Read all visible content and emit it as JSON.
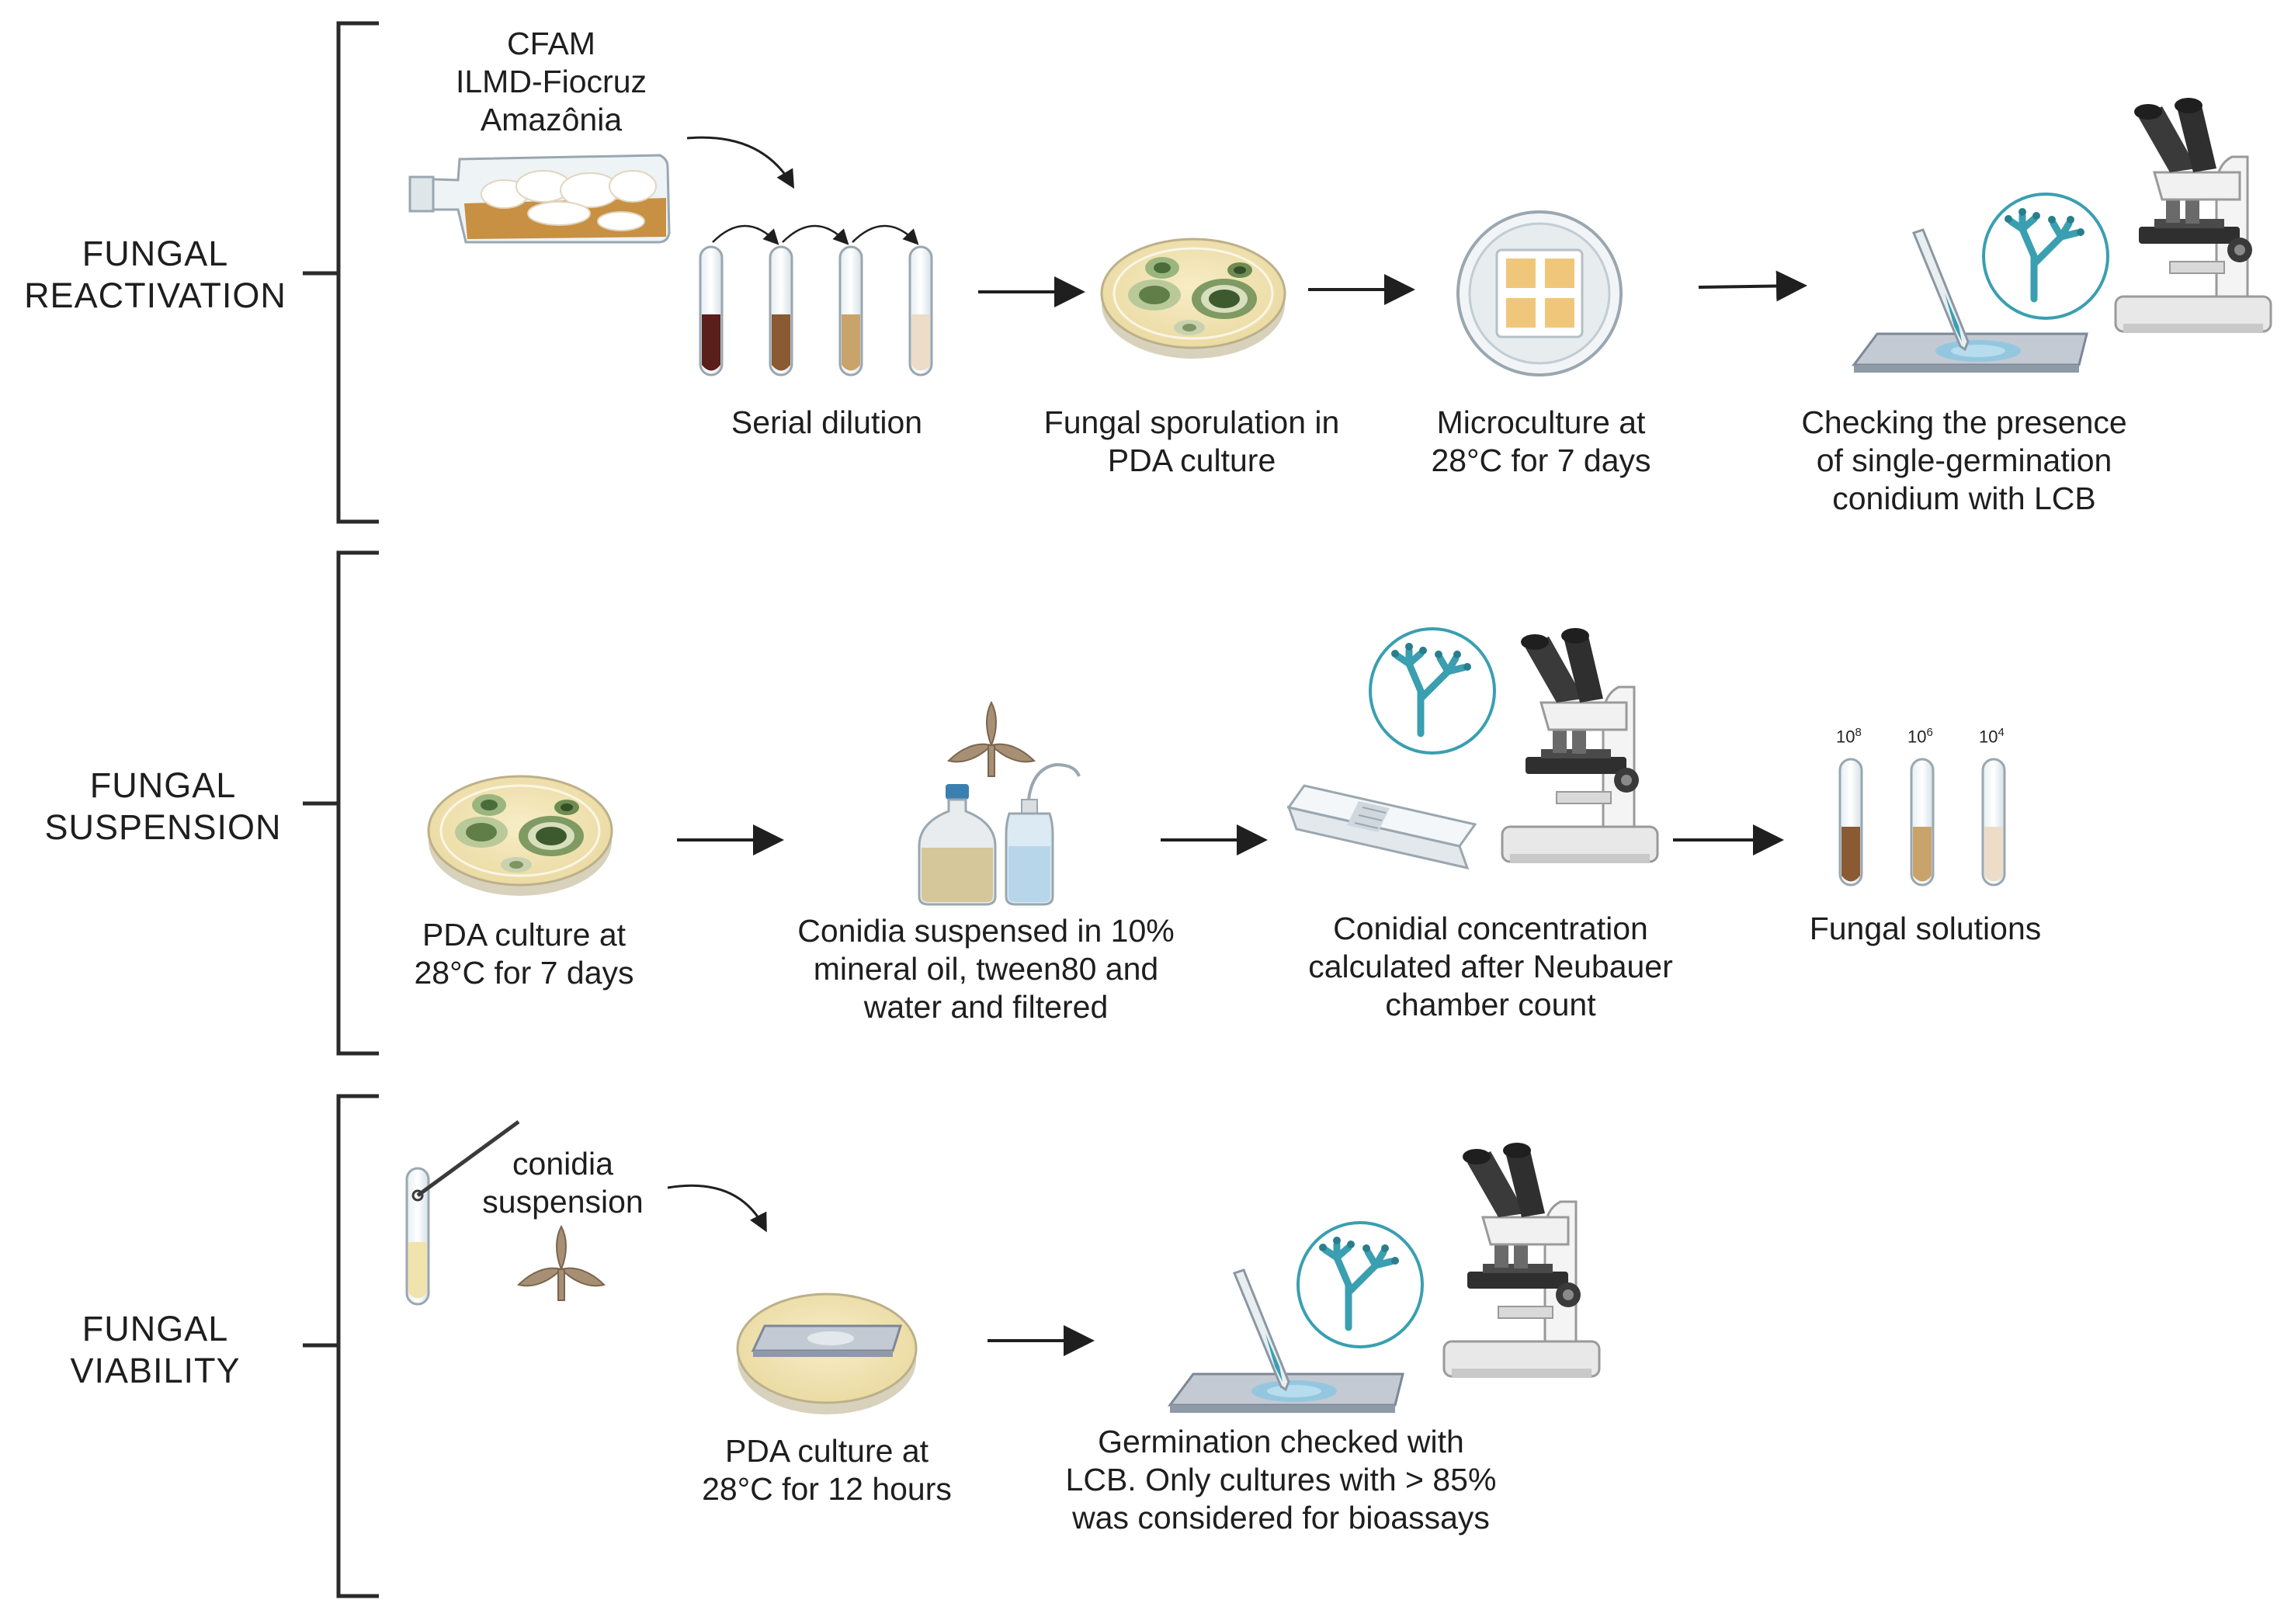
{
  "sections": [
    {
      "title": "FUNGAL\nREACTIVATION"
    },
    {
      "title": "FUNGAL\nSUSPENSION"
    },
    {
      "title": "FUNGAL\nVIABILITY"
    }
  ],
  "reactivation": {
    "source": "CFAM\nILMD-Fiocruz\nAmazônia",
    "steps": [
      "Serial dilution",
      "Fungal sporulation in\nPDA culture",
      "Microculture at\n28°C for 7 days",
      "Checking the presence\nof single-germination\nconidium with LCB"
    ]
  },
  "suspension": {
    "steps": [
      "PDA culture at\n28°C for 7 days",
      "Conidia suspensed in 10%\nmineral oil, tween80 and\nwater and filtered",
      "Conidial concentration\ncalculated after Neubauer\nchamber count",
      "Fungal solutions"
    ],
    "concentrations": [
      {
        "base": "10",
        "exp": "8"
      },
      {
        "base": "10",
        "exp": "6"
      },
      {
        "base": "10",
        "exp": "4"
      }
    ]
  },
  "viability": {
    "input": "conidia\nsuspension",
    "steps": [
      "PDA culture at\n28°C for 12 hours",
      "Germination checked with\nLCB. Only cultures with > 85%\nwas considered for bioassays"
    ]
  },
  "colors": {
    "bracket": "#2a2a2a",
    "arrow": "#1f1f1f",
    "agar": "#f3e6b8",
    "colony_dark": "#4a6b3a",
    "colony_light": "#9bb57f",
    "tube_dark": "#5a1f1a",
    "tube_mid": "#8a5a32",
    "tube_light": "#c9a46a",
    "tube_pale": "#ecdcc8",
    "hyphae": "#3a9fb0",
    "slide": "#aeb8c4",
    "microscope_body": "#f1f1f1",
    "microscope_dark": "#3a3a3a"
  },
  "icons": [
    "culture-flask-icon",
    "test-tube-icon",
    "petri-dish-icon",
    "microculture-plate-icon",
    "pipette-icon",
    "microscope-slide-icon",
    "magnifier-hyphae-icon",
    "microscope-icon",
    "conidium-icon",
    "medium-bottle-icon",
    "wash-bottle-icon",
    "neubauer-chamber-icon",
    "swab-tube-icon"
  ]
}
